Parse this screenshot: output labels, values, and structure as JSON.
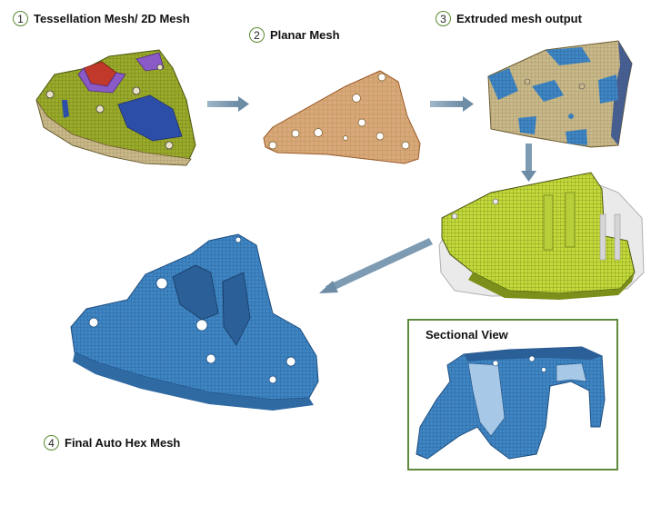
{
  "steps": [
    {
      "number": "1",
      "label": "Tessellation Mesh/ 2D Mesh"
    },
    {
      "number": "2",
      "label": "Planar Mesh"
    },
    {
      "number": "3",
      "label": "Extruded mesh output"
    },
    {
      "number": "4",
      "label": "Final Auto Hex Mesh"
    }
  ],
  "sectional_view": {
    "title": "Sectional View"
  },
  "colors": {
    "mesh_olive": "#9aaa2a",
    "mesh_tan": "#c9b98a",
    "mesh_blue": "#3f86c4",
    "mesh_red": "#c0392b",
    "mesh_purple": "#8a5ac7",
    "arrow": "#7d9bb3",
    "box_border": "#5e8a3c"
  }
}
